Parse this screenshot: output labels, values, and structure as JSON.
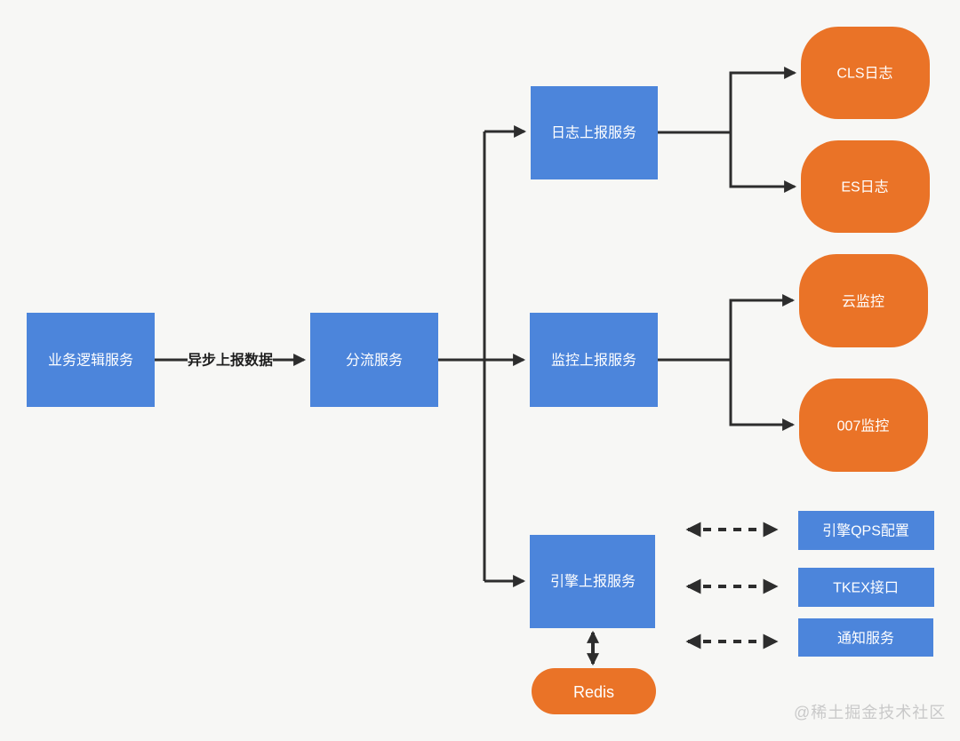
{
  "diagram": {
    "colors": {
      "background": "#f7f7f5",
      "node_blue": "#4c85db",
      "node_orange": "#ea7327",
      "line": "#2d2d2d",
      "node_text": "#ffffff",
      "watermark": "#c9c9c9"
    },
    "nodes": {
      "business": {
        "label": "业务逻辑服务"
      },
      "splitter": {
        "label": "分流服务"
      },
      "log_report": {
        "label": "日志上报服务"
      },
      "monitor_report": {
        "label": "监控上报服务"
      },
      "engine_report": {
        "label": "引擎上报服务"
      },
      "cls_log": {
        "label": "CLS日志"
      },
      "es_log": {
        "label": "ES日志"
      },
      "cloud_monitor": {
        "label": "云监控"
      },
      "monitor_007": {
        "label": "007监控"
      },
      "engine_qps": {
        "label": "引擎QPS配置"
      },
      "tkex": {
        "label": "TKEX接口"
      },
      "notify": {
        "label": "通知服务"
      },
      "redis": {
        "label": "Redis"
      }
    },
    "edges": {
      "async_label": "异步上报数据"
    },
    "watermark": "@稀土掘金技术社区"
  }
}
